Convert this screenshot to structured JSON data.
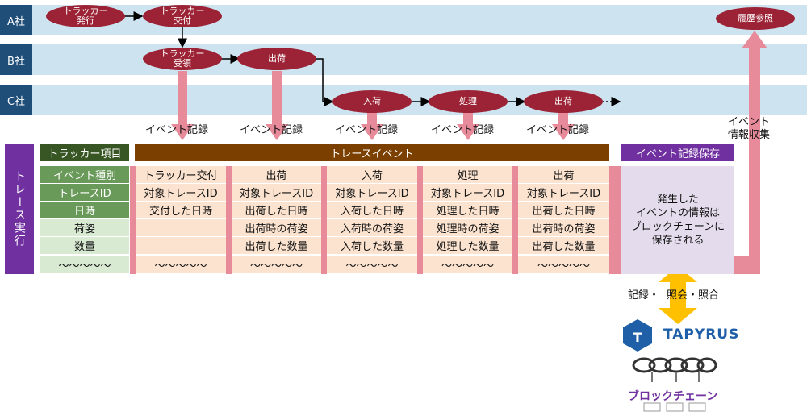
{
  "lanes": [
    {
      "label": "A社"
    },
    {
      "label": "B社"
    },
    {
      "label": "C社"
    }
  ],
  "nodes": {
    "tracker_issue": "トラッカー\n発行",
    "tracker_deliver": "トラッカー\n交付",
    "tracker_receive": "トラッカー\n受領",
    "b_ship": "出荷",
    "c_receive": "入荷",
    "c_process": "処理",
    "c_ship": "出荷",
    "history": "履歴参照"
  },
  "event_record_label": "イベント記録",
  "event_collect_label": "イベント\n情報収集",
  "side_label": "トレース実行",
  "headers": {
    "tracker_items": "トラッカー項目",
    "trace_event": "トレースイベント",
    "event_save": "イベント記録保存"
  },
  "tracker_items": [
    "イベント種別",
    "トレースID",
    "日時",
    "荷姿",
    "数量",
    "～～～～～"
  ],
  "events": [
    {
      "rows": [
        "トラッカー交付",
        "対象トレースID",
        "交付した日時",
        "",
        "",
        "～～～～～"
      ]
    },
    {
      "rows": [
        "出荷",
        "対象トレースID",
        "出荷した日時",
        "出荷時の荷姿",
        "出荷した数量",
        "～～～～～"
      ]
    },
    {
      "rows": [
        "入荷",
        "対象トレースID",
        "入荷した日時",
        "入荷時の荷姿",
        "入荷した数量",
        "～～～～～"
      ]
    },
    {
      "rows": [
        "処理",
        "対象トレースID",
        "処理した日時",
        "処理時の荷姿",
        "処理した数量",
        "～～～～～"
      ]
    },
    {
      "rows": [
        "出荷",
        "対象トレースID",
        "出荷した日時",
        "出荷時の荷姿",
        "出荷した数量",
        "～～～～～"
      ]
    }
  ],
  "save_text": "発生した\nイベントの情報は\nブロックチェーンに\n保存される",
  "access": {
    "left": "記録・",
    "middle": "照会",
    "right": "・照合"
  },
  "brand": "TAPYRUS",
  "blockchain_label": "ブロックチェーン",
  "colors": {
    "lane": "#cde4f0",
    "lane_label": "#1f4e79",
    "node": "#9b2335",
    "arrow_pink": "#e78a99",
    "header_brown": "#7b3f00",
    "header_purple": "#7030a0",
    "green": "#6a9a5a",
    "gold": "#ffc000"
  }
}
